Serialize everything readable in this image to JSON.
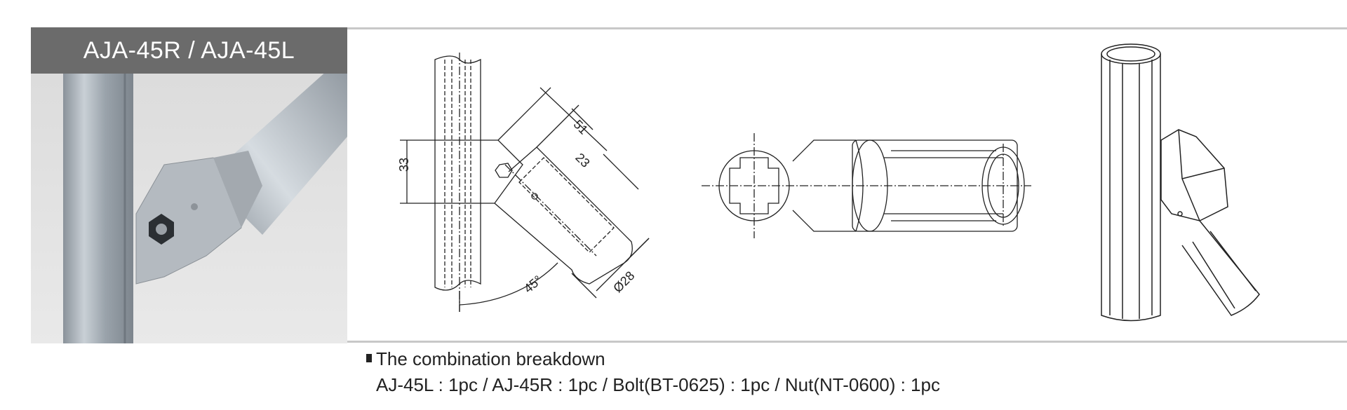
{
  "product": {
    "title": "AJA-45R / AJA-45L"
  },
  "dimensions": {
    "d51": "51",
    "d23": "23",
    "d33": "33",
    "angle": "45°",
    "diameter": "Ø28"
  },
  "breakdown": {
    "heading": "The combination breakdown",
    "items": "AJ-45L : 1pc / AJ-45R : 1pc / Bolt(BT-0625) : 1pc / Nut(NT-0600) : 1pc"
  },
  "colors": {
    "title_bg": "#6b6b6b",
    "divider": "#c8c8c8"
  }
}
